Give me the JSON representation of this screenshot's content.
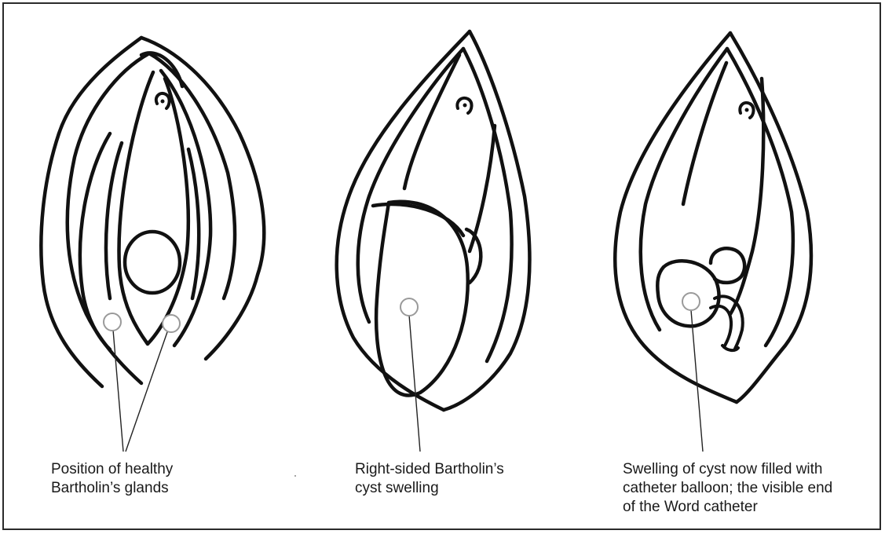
{
  "panels": [
    {
      "caption_lines": [
        "Position of healthy",
        "Bartholin’s glands"
      ]
    },
    {
      "caption_lines": [
        "Right-sided Bartholin’s",
        "cyst swelling"
      ]
    },
    {
      "caption_lines": [
        "Swelling of cyst now filled with",
        "catheter balloon; the visible end",
        "of the Word catheter"
      ]
    }
  ],
  "colors": {
    "line": "#111111",
    "marker_stroke": "#9a9a9a",
    "frame": "#2b2b2b"
  }
}
